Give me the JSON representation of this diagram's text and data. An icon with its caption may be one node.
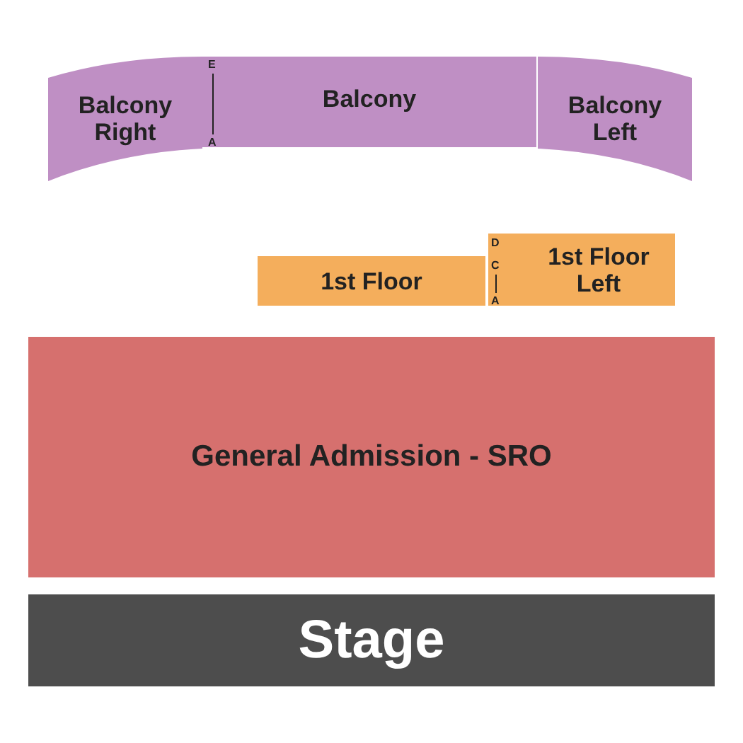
{
  "diagram": {
    "nodes": [
      {
        "text": [
          "Balcony Right"
        ]
      },
      {
        "text": [
          "Balcony"
        ]
      },
      {
        "text": [
          "Balcony Left"
        ]
      },
      {
        "text": [
          "1st Floor"
        ]
      },
      {
        "text": [
          "1st Floor Left"
        ]
      },
      {
        "text": [
          "General Admission - SRO"
        ]
      },
      {
        "text": [
          "Stage"
        ]
      }
    ],
    "edges": [],
    "labels": [
      "E",
      "A",
      "D",
      "C",
      "A"
    ]
  }
}
